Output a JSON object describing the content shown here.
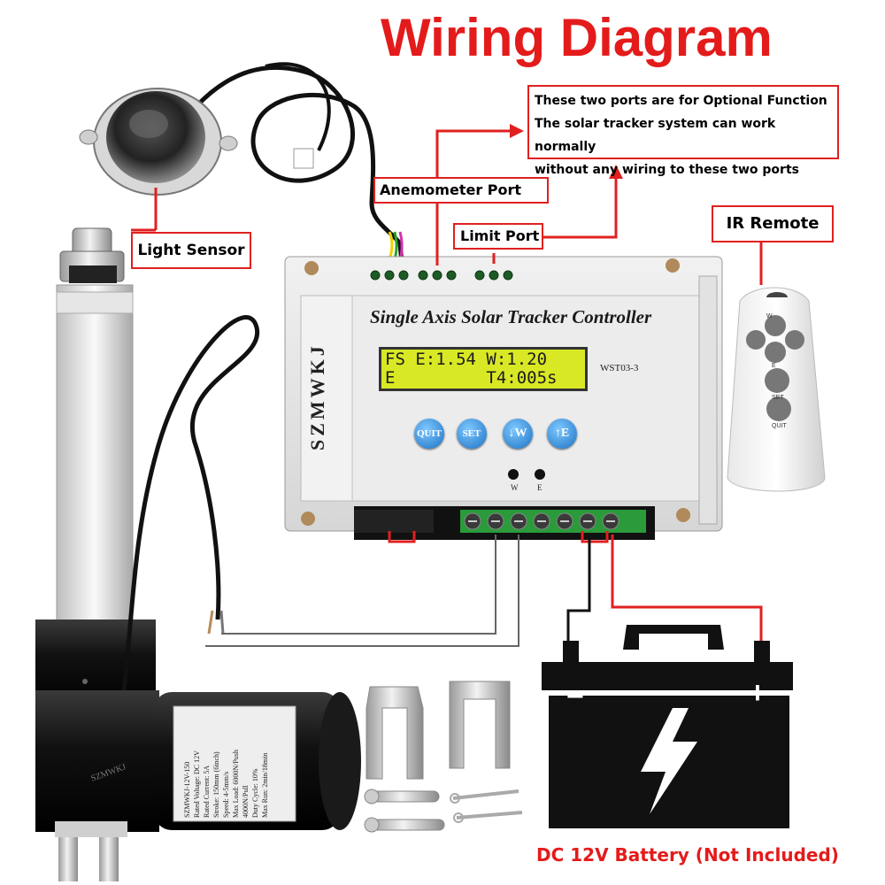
{
  "title": "Wiring Diagram",
  "note": {
    "lines": [
      "These two ports are for Optional Function",
      "The solar tracker system can work normally",
      "without any wiring to these two ports"
    ]
  },
  "labels": {
    "anemometer_port": "Anemometer Port",
    "limit_port": "Limit Port",
    "ir_remote": "IR Remote",
    "light_sensor": "Light Sensor"
  },
  "controller": {
    "title": "Single Axis Solar Tracker Controller",
    "model": "WST03-3",
    "brand": "SZMWKJ",
    "lcd_line1": "FS E:1.54 W:1.20",
    "lcd_line2": "E         T4:005s",
    "buttons": [
      "QUIT",
      "SET",
      "W",
      "E"
    ],
    "leds": [
      "W",
      "E"
    ]
  },
  "remote": {
    "keys": [
      "W",
      "E",
      "SET",
      "QUIT"
    ]
  },
  "actuator": {
    "brand": "SZMWKJ",
    "label_lines": [
      "SZMWKJ-12V-150",
      "Rated Voltage: DC 12V",
      "Rated Current: 5A",
      "Stroke: 150mm (6inch)",
      "Speed: 4-5mm/s",
      "Max Load: 6000N/Push",
      "4000N/Pull",
      "Duty Cycle: 10%",
      "Max Run: 2min/18min"
    ]
  },
  "battery": {
    "caption": "DC 12V Battery (Not Included)",
    "minus": "−",
    "plus": "+"
  },
  "colors": {
    "accent_red": "#e41b1b",
    "lcd_green": "#d9e825",
    "button_blue": "#1c72c4"
  }
}
